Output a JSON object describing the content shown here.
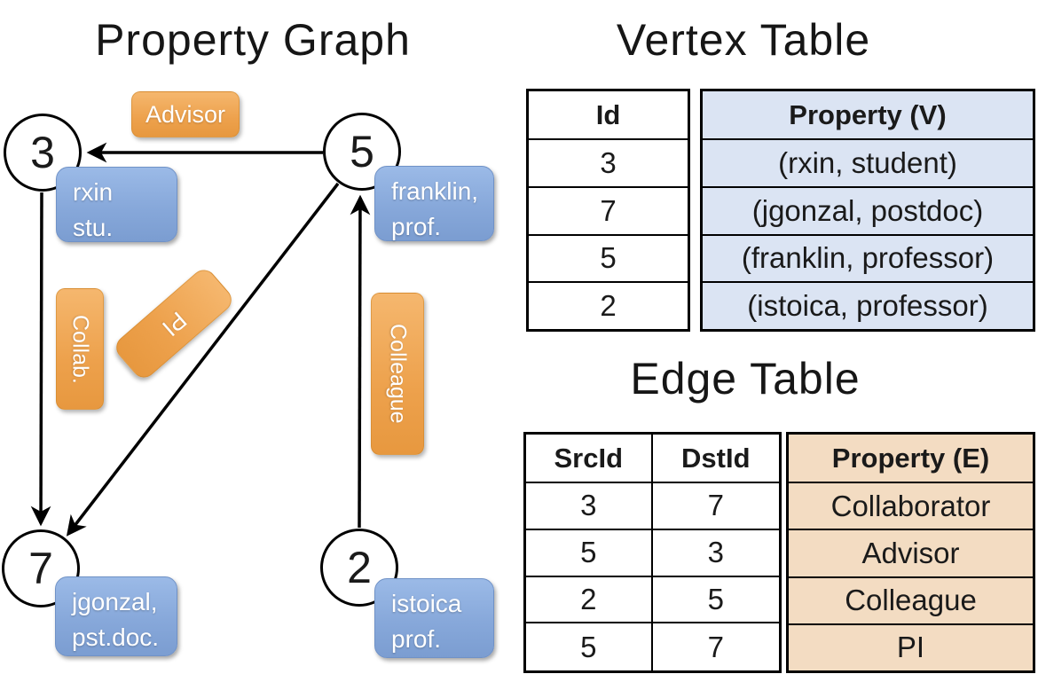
{
  "panel_titles": {
    "graph": "Property Graph",
    "vertex": "Vertex Table",
    "edge": "Edge Table"
  },
  "graph": {
    "nodes": [
      {
        "id": "3"
      },
      {
        "id": "5"
      },
      {
        "id": "7"
      },
      {
        "id": "2"
      }
    ],
    "vertex_cards": [
      {
        "line1": "rxin",
        "line2": "stu."
      },
      {
        "line1": "franklin,",
        "line2": "prof."
      },
      {
        "line1": "jgonzal,",
        "line2": "pst.doc."
      },
      {
        "line1": "istoica",
        "line2": "prof."
      }
    ],
    "edge_labels": [
      {
        "label": "Advisor"
      },
      {
        "label": "Collab."
      },
      {
        "label": "PI"
      },
      {
        "label": "Colleague"
      }
    ]
  },
  "vertex_table": {
    "columns": [
      "Id",
      "Property (V)"
    ],
    "rows": [
      [
        "3",
        "(rxin, student)"
      ],
      [
        "7",
        "(jgonzal, postdoc)"
      ],
      [
        "5",
        "(franklin, professor)"
      ],
      [
        "2",
        "(istoica, professor)"
      ]
    ]
  },
  "edge_table": {
    "columns": [
      "SrcId",
      "DstId",
      "Property (E)"
    ],
    "rows": [
      [
        "3",
        "7",
        "Collaborator"
      ],
      [
        "5",
        "3",
        "Advisor"
      ],
      [
        "2",
        "5",
        "Colleague"
      ],
      [
        "5",
        "7",
        "PI"
      ]
    ]
  },
  "colors": {
    "edge_label_orange_top": "#f5b76e",
    "edge_label_orange_bottom": "#e7983f",
    "vertex_card_blue_top": "#9bbae7",
    "vertex_card_blue_bottom": "#7b9dd1",
    "vertex_property_bg": "#dbe4f3",
    "edge_property_bg": "#f3dcc2",
    "line_color": "#000000"
  }
}
